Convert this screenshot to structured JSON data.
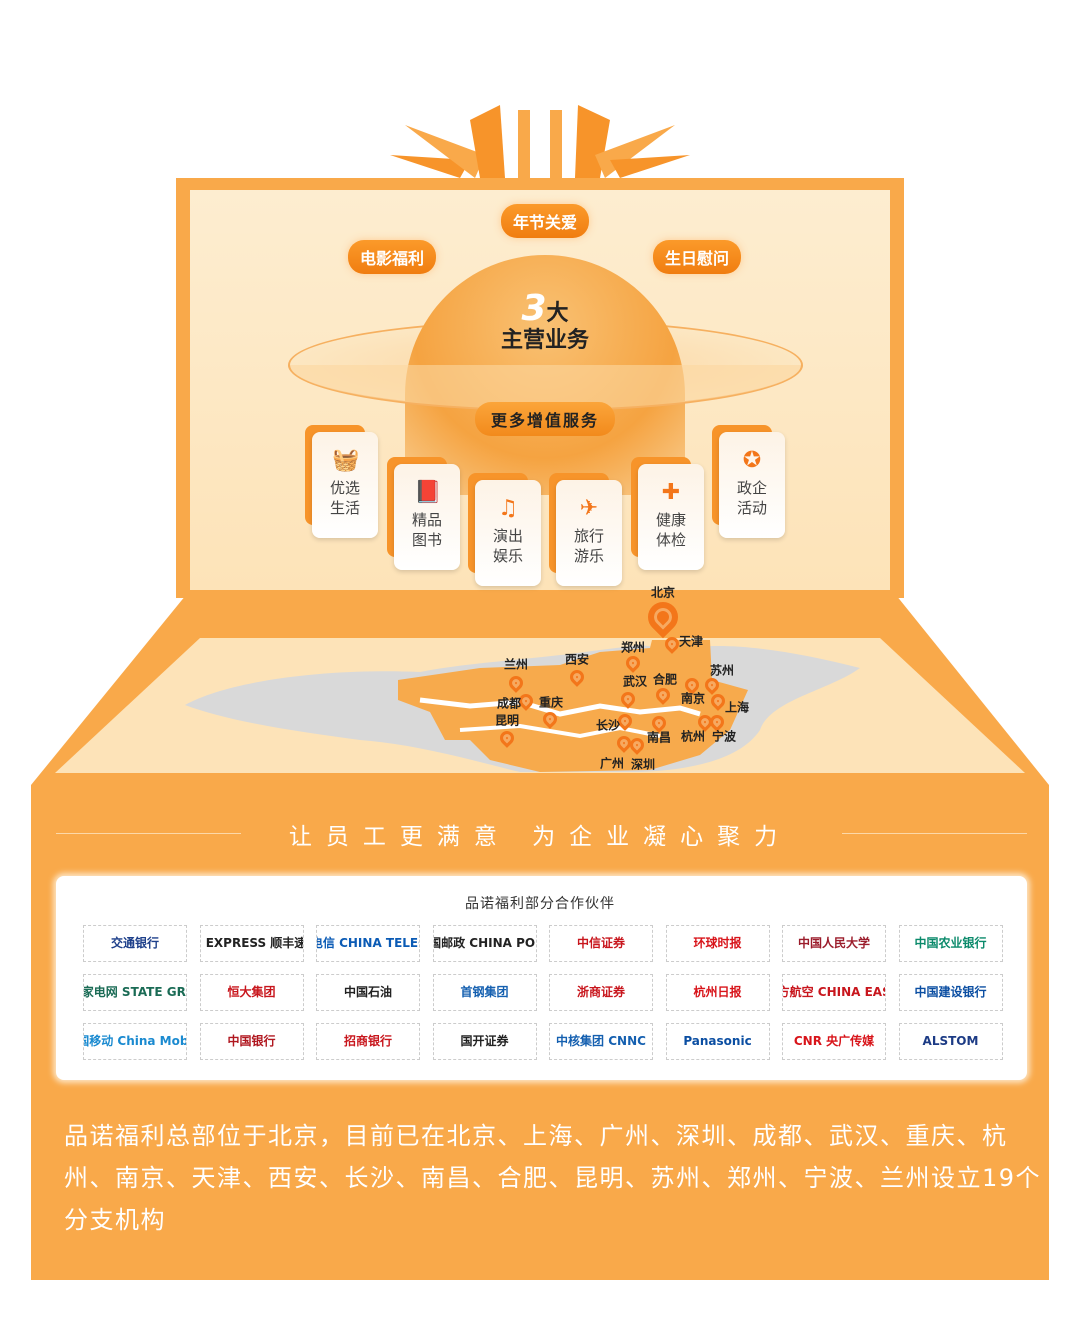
{
  "colors": {
    "brand_orange": "#f9a94a",
    "deep_orange": "#f3761a",
    "cream": "#fde9c8"
  },
  "core": {
    "number": "3",
    "number_suffix": "大",
    "label": "主营业务",
    "tags": [
      "年节关爱",
      "电影福利",
      "生日慰问"
    ]
  },
  "more_services": {
    "title": "更多增值服务",
    "items": [
      {
        "label": "优选生活",
        "icon": "shopping-basket-icon",
        "glyph": "🧺"
      },
      {
        "label": "精品图书",
        "icon": "book-icon",
        "glyph": "📕"
      },
      {
        "label": "演出娱乐",
        "icon": "music-note-icon",
        "glyph": "♫"
      },
      {
        "label": "旅行游乐",
        "icon": "airplane-icon",
        "glyph": "✈"
      },
      {
        "label": "健康体检",
        "icon": "medical-kit-icon",
        "glyph": "✚"
      },
      {
        "label": "政企活动",
        "icon": "star-badge-icon",
        "glyph": "✪"
      }
    ]
  },
  "map": {
    "cities": [
      "北京",
      "天津",
      "郑州",
      "西安",
      "兰州",
      "武汉",
      "合肥",
      "南京",
      "苏州",
      "上海",
      "成都",
      "重庆",
      "昆明",
      "长沙",
      "南昌",
      "杭州",
      "宁波",
      "广州",
      "深圳"
    ]
  },
  "slogan": "让员工更满意 为企业凝心聚力",
  "partners": {
    "title": "品诺福利部分合作伙伴",
    "items": [
      {
        "name": "交通银行",
        "color": "#1d3f8a"
      },
      {
        "name": "SF EXPRESS 顺丰速运",
        "color": "#222"
      },
      {
        "name": "中国电信 CHINA TELECOM",
        "color": "#0b5bb5"
      },
      {
        "name": "中国邮政 CHINA POST",
        "color": "#222"
      },
      {
        "name": "中信证券",
        "color": "#c8161d"
      },
      {
        "name": "环球时报",
        "color": "#d8141a"
      },
      {
        "name": "中国人民大学",
        "color": "#9b1c2b"
      },
      {
        "name": "中国农业银行",
        "color": "#0b8a6b"
      },
      {
        "name": "国家电网 STATE GRID",
        "color": "#1a6b55"
      },
      {
        "name": "恒大集团",
        "color": "#c8161d"
      },
      {
        "name": "中国石油",
        "color": "#222"
      },
      {
        "name": "首钢集团",
        "color": "#1560b0"
      },
      {
        "name": "浙商证券",
        "color": "#c8161d"
      },
      {
        "name": "杭州日报",
        "color": "#d8141a"
      },
      {
        "name": "中国东方航空 CHINA EASTERN",
        "color": "#c8161d"
      },
      {
        "name": "中国建设银行",
        "color": "#0b4ea2"
      },
      {
        "name": "中国移动 China Mobile",
        "color": "#1a8ad0"
      },
      {
        "name": "中国银行",
        "color": "#b0171f"
      },
      {
        "name": "招商银行",
        "color": "#c8161d"
      },
      {
        "name": "国开证券",
        "color": "#222"
      },
      {
        "name": "中核集团 CNNC",
        "color": "#1560b0"
      },
      {
        "name": "Panasonic",
        "color": "#0b4ea2"
      },
      {
        "name": "CNR 央广传媒",
        "color": "#d8141a"
      },
      {
        "name": "ALSTOM",
        "color": "#1c3b85"
      }
    ]
  },
  "description": "品诺福利总部位于北京，目前已在北京、上海、广州、深圳、成都、武汉、重庆、杭州、南京、天津、西安、长沙、南昌、合肥、昆明、苏州、郑州、宁波、兰州设立19个分支机构"
}
